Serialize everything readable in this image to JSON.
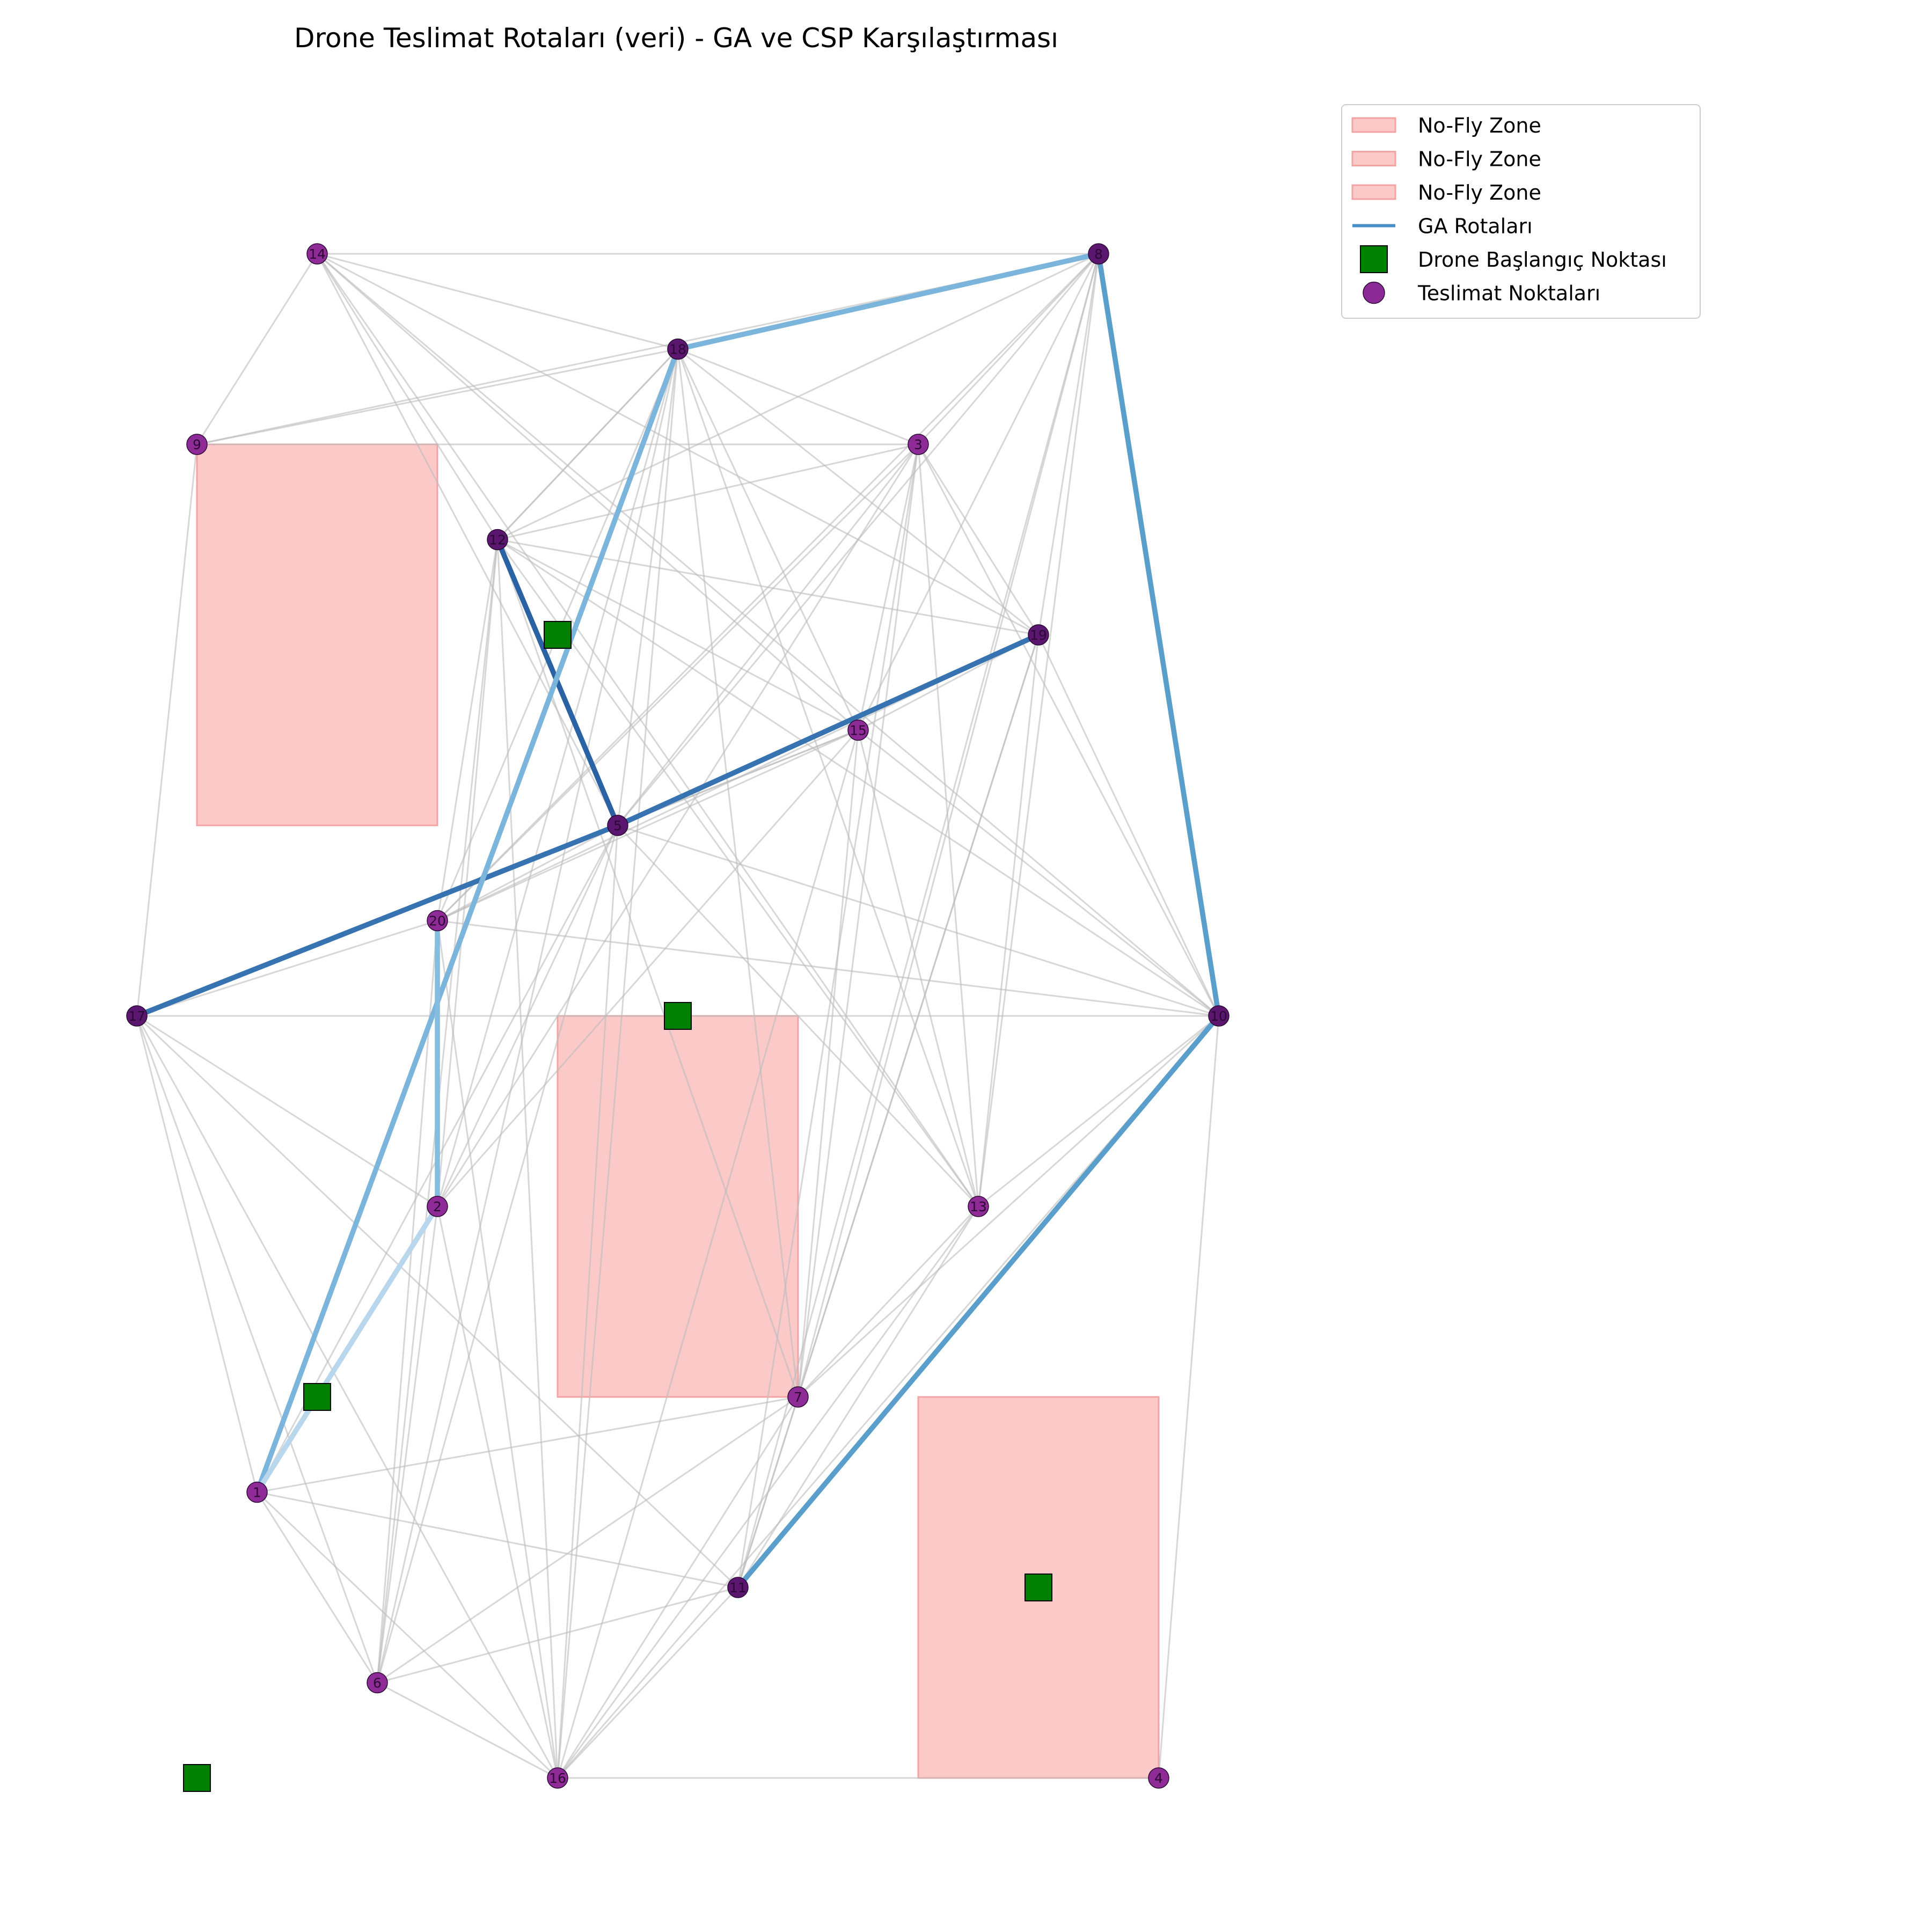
{
  "chart_data": {
    "type": "scatter",
    "title": "Drone Teslimat Rotaları (veri) - GA ve CSP Karşılaştırması",
    "xlabel": "",
    "ylabel": "",
    "axes_visible": false,
    "grid": false,
    "xlim": [
      -0.2,
      18.2
    ],
    "ylim": [
      -1,
      16
    ],
    "legend_position": "top-right (outside plot)",
    "legend": [
      {
        "label": "No-Fly Zone",
        "kind": "patch",
        "color": "#f4a3a3"
      },
      {
        "label": "No-Fly Zone",
        "kind": "patch",
        "color": "#f4a3a3"
      },
      {
        "label": "No-Fly Zone",
        "kind": "patch",
        "color": "#f4a3a3"
      },
      {
        "label": "GA Rotaları",
        "kind": "line",
        "color": "#4a90c8"
      },
      {
        "label": "Drone Başlangıç Noktası",
        "kind": "square",
        "color": "#008000"
      },
      {
        "label": "Teslimat Noktaları",
        "kind": "circle",
        "color": "#8b2a96"
      }
    ],
    "colors": {
      "nofly_fill": "#fcc9c9",
      "nofly_edge": "#f4a3a3",
      "delivery": "#8e2b97",
      "delivery_dark": "#5b1670",
      "depot": "#008000",
      "graph_edge": "#bdbdbd"
    },
    "no_fly_zones": [
      {
        "x": [
          1,
          5
        ],
        "y": [
          10,
          14
        ]
      },
      {
        "x": [
          7,
          11
        ],
        "y": [
          4,
          8
        ]
      },
      {
        "x": [
          13,
          17
        ],
        "y": [
          0,
          4
        ]
      }
    ],
    "depots": [
      [
        1,
        0
      ],
      [
        3,
        4
      ],
      [
        7,
        12
      ],
      [
        9,
        8
      ],
      [
        15,
        2
      ]
    ],
    "delivery_points": [
      {
        "id": "1",
        "x": 2,
        "y": 3,
        "dark": false
      },
      {
        "id": "2",
        "x": 5,
        "y": 6,
        "dark": false
      },
      {
        "id": "3",
        "x": 13,
        "y": 14,
        "dark": false
      },
      {
        "id": "4",
        "x": 17,
        "y": 0,
        "dark": false
      },
      {
        "id": "5",
        "x": 8,
        "y": 10,
        "dark": true
      },
      {
        "id": "6",
        "x": 4,
        "y": 1,
        "dark": false
      },
      {
        "id": "7",
        "x": 11,
        "y": 4,
        "dark": false
      },
      {
        "id": "8",
        "x": 16,
        "y": 16,
        "dark": true
      },
      {
        "id": "9",
        "x": 1,
        "y": 14,
        "dark": false
      },
      {
        "id": "10",
        "x": 18,
        "y": 8,
        "dark": true
      },
      {
        "id": "11",
        "x": 10,
        "y": 2,
        "dark": true
      },
      {
        "id": "12",
        "x": 6,
        "y": 13,
        "dark": true
      },
      {
        "id": "13",
        "x": 14,
        "y": 6,
        "dark": false
      },
      {
        "id": "14",
        "x": 3,
        "y": 16,
        "dark": false
      },
      {
        "id": "15",
        "x": 12,
        "y": 11,
        "dark": false
      },
      {
        "id": "16",
        "x": 7,
        "y": 0,
        "dark": false
      },
      {
        "id": "17",
        "x": 0,
        "y": 8,
        "dark": true
      },
      {
        "id": "18",
        "x": 9,
        "y": 15,
        "dark": true
      },
      {
        "id": "19",
        "x": 15,
        "y": 12,
        "dark": true
      },
      {
        "id": "20",
        "x": 5,
        "y": 9,
        "dark": false
      }
    ],
    "graph_edges": [
      [
        "14",
        "8"
      ],
      [
        "14",
        "18"
      ],
      [
        "14",
        "9"
      ],
      [
        "14",
        "12"
      ],
      [
        "14",
        "15"
      ],
      [
        "14",
        "19"
      ],
      [
        "14",
        "10"
      ],
      [
        "14",
        "13"
      ],
      [
        "14",
        "5"
      ],
      [
        "9",
        "18"
      ],
      [
        "9",
        "8"
      ],
      [
        "9",
        "3"
      ],
      [
        "9",
        "17"
      ],
      [
        "18",
        "3"
      ],
      [
        "18",
        "12"
      ],
      [
        "18",
        "15"
      ],
      [
        "18",
        "19"
      ],
      [
        "18",
        "5"
      ],
      [
        "18",
        "2"
      ],
      [
        "18",
        "7"
      ],
      [
        "18",
        "13"
      ],
      [
        "18",
        "20"
      ],
      [
        "18",
        "6"
      ],
      [
        "18",
        "16"
      ],
      [
        "8",
        "3"
      ],
      [
        "8",
        "19"
      ],
      [
        "8",
        "15"
      ],
      [
        "8",
        "12"
      ],
      [
        "8",
        "7"
      ],
      [
        "8",
        "13"
      ],
      [
        "8",
        "5"
      ],
      [
        "8",
        "20"
      ],
      [
        "8",
        "11"
      ],
      [
        "3",
        "12"
      ],
      [
        "3",
        "19"
      ],
      [
        "3",
        "15"
      ],
      [
        "3",
        "5"
      ],
      [
        "3",
        "20"
      ],
      [
        "3",
        "2"
      ],
      [
        "3",
        "7"
      ],
      [
        "3",
        "13"
      ],
      [
        "3",
        "10"
      ],
      [
        "3",
        "11"
      ],
      [
        "12",
        "19"
      ],
      [
        "12",
        "15"
      ],
      [
        "12",
        "10"
      ],
      [
        "12",
        "2"
      ],
      [
        "12",
        "20"
      ],
      [
        "12",
        "7"
      ],
      [
        "12",
        "16"
      ],
      [
        "12",
        "13"
      ],
      [
        "12",
        "6"
      ],
      [
        "12",
        "18"
      ],
      [
        "19",
        "15"
      ],
      [
        "19",
        "5"
      ],
      [
        "19",
        "10"
      ],
      [
        "19",
        "7"
      ],
      [
        "19",
        "13"
      ],
      [
        "19",
        "20"
      ],
      [
        "19",
        "11"
      ],
      [
        "15",
        "5"
      ],
      [
        "15",
        "10"
      ],
      [
        "15",
        "20"
      ],
      [
        "15",
        "7"
      ],
      [
        "15",
        "13"
      ],
      [
        "15",
        "16"
      ],
      [
        "15",
        "2"
      ],
      [
        "15",
        "17"
      ],
      [
        "5",
        "10"
      ],
      [
        "5",
        "13"
      ],
      [
        "5",
        "2"
      ],
      [
        "5",
        "20"
      ],
      [
        "5",
        "1"
      ],
      [
        "5",
        "6"
      ],
      [
        "5",
        "16"
      ],
      [
        "5",
        "17"
      ],
      [
        "20",
        "10"
      ],
      [
        "20",
        "2"
      ],
      [
        "20",
        "16"
      ],
      [
        "20",
        "6"
      ],
      [
        "20",
        "17"
      ],
      [
        "17",
        "10"
      ],
      [
        "17",
        "2"
      ],
      [
        "17",
        "1"
      ],
      [
        "17",
        "6"
      ],
      [
        "17",
        "16"
      ],
      [
        "17",
        "11"
      ],
      [
        "10",
        "13"
      ],
      [
        "10",
        "7"
      ],
      [
        "10",
        "11"
      ],
      [
        "10",
        "16"
      ],
      [
        "10",
        "4"
      ],
      [
        "2",
        "1"
      ],
      [
        "2",
        "6"
      ],
      [
        "2",
        "16"
      ],
      [
        "13",
        "7"
      ],
      [
        "13",
        "11"
      ],
      [
        "13",
        "16"
      ],
      [
        "7",
        "1"
      ],
      [
        "7",
        "6"
      ],
      [
        "7",
        "16"
      ],
      [
        "7",
        "11"
      ],
      [
        "1",
        "11"
      ],
      [
        "1",
        "6"
      ],
      [
        "1",
        "16"
      ],
      [
        "11",
        "6"
      ],
      [
        "11",
        "16"
      ],
      [
        "6",
        "16"
      ],
      [
        "16",
        "4"
      ]
    ],
    "ga_routes": [
      {
        "points": [
          "12",
          "5"
        ],
        "color": "#2b62a3",
        "width": 3
      },
      {
        "points": [
          "17",
          "5",
          "19"
        ],
        "color": "#3673b0",
        "width": 3
      },
      {
        "points": [
          "8",
          "10",
          "11"
        ],
        "color": "#5a9fcb",
        "width": 3
      },
      {
        "points": [
          "1",
          "18",
          "8"
        ],
        "color": "#7bb5db",
        "width": 3
      },
      {
        "points": [
          "20",
          "2"
        ],
        "color": "#86bce0",
        "width": 3
      },
      {
        "points": [
          "2",
          "1"
        ],
        "color": "#b8d6ec",
        "width": 3
      }
    ]
  }
}
